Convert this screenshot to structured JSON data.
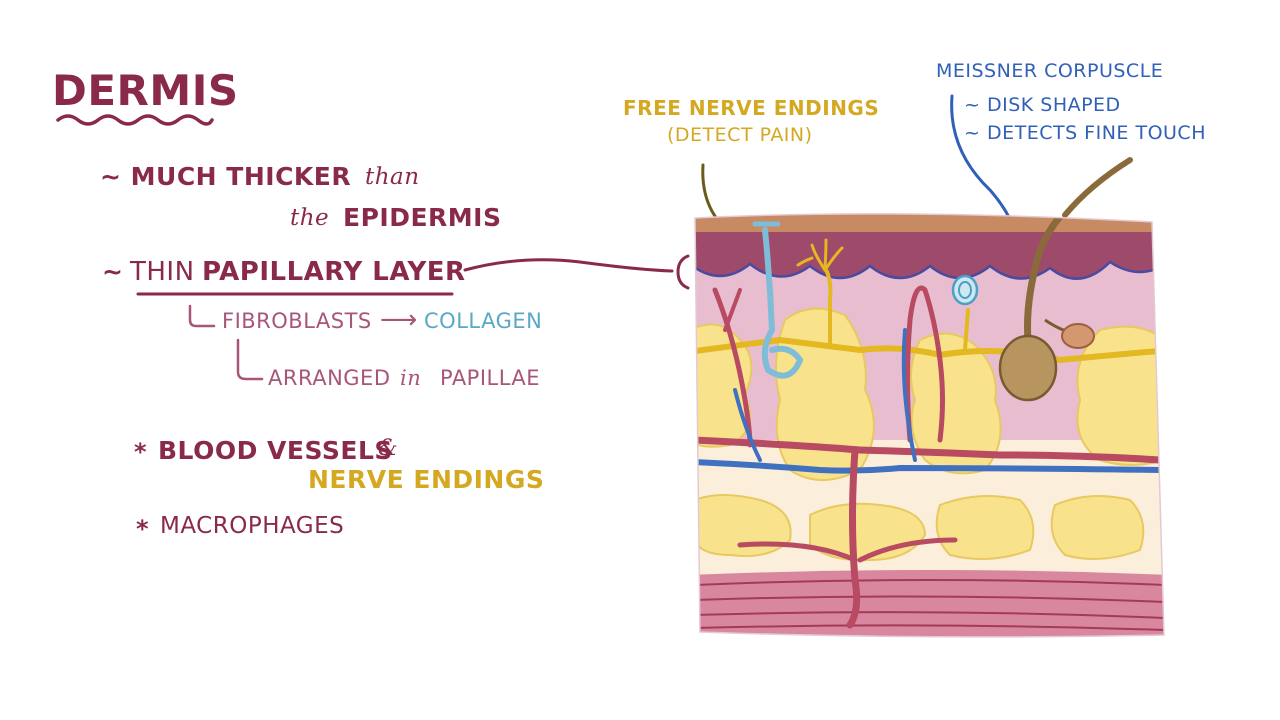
{
  "title": "DERMIS",
  "points": {
    "thicker_1": "~ MUCH THICKER",
    "thicker_2": "than",
    "thicker_3": "the",
    "thicker_4": "EPIDERMIS",
    "papillary_tilde": "~",
    "papillary_thin": "THIN",
    "papillary_label": "PAPILLARY LAYER",
    "fibroblasts": "FIBROBLASTS",
    "arrow": "⟶",
    "collagen": "COLLAGEN",
    "arranged": "ARRANGED",
    "in": "in",
    "papillae": "PAPILLAE",
    "star_1": "*",
    "blood_vessels": "BLOOD VESSELS",
    "amp": "&",
    "nerve_endings": "NERVE ENDINGS",
    "star_2": "*",
    "macrophages": "MACROPHAGES"
  },
  "labels": {
    "free_nerve_endings": "FREE NERVE ENDINGS",
    "detect_pain": "(DETECT PAIN)",
    "meissner": "MEISSNER CORPUSCLE",
    "disk_shaped": "~ DISK SHAPED",
    "fine_touch": "~ DETECTS FINE TOUCH"
  },
  "colors": {
    "maroon": "#8a2a4a",
    "pink_text": "#a8557a",
    "collagen_blue": "#5aa7c6",
    "nerve_gold": "#d4a820",
    "meissner_blue": "#3060b8"
  }
}
